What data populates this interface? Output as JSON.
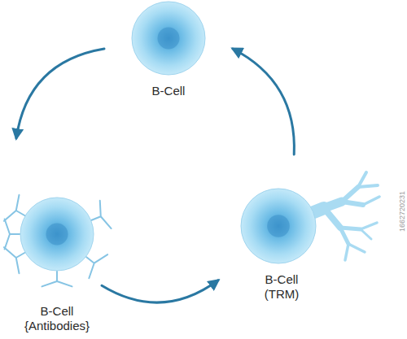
{
  "diagram": {
    "nodes": [
      {
        "text": [
          "B-Cell"
        ]
      },
      {
        "text": [
          "B-Cell {Antibodies}"
        ]
      },
      {
        "text": [
          "B-Cell (TRM)"
        ]
      }
    ],
    "edges": [
      {
        "from": 0,
        "to": 1,
        "arrow": "to"
      },
      {
        "from": 1,
        "to": 2,
        "arrow": "to"
      },
      {
        "from": 2,
        "to": 0,
        "arrow": "to"
      }
    ],
    "labels": [
      "1662720231"
    ]
  }
}
